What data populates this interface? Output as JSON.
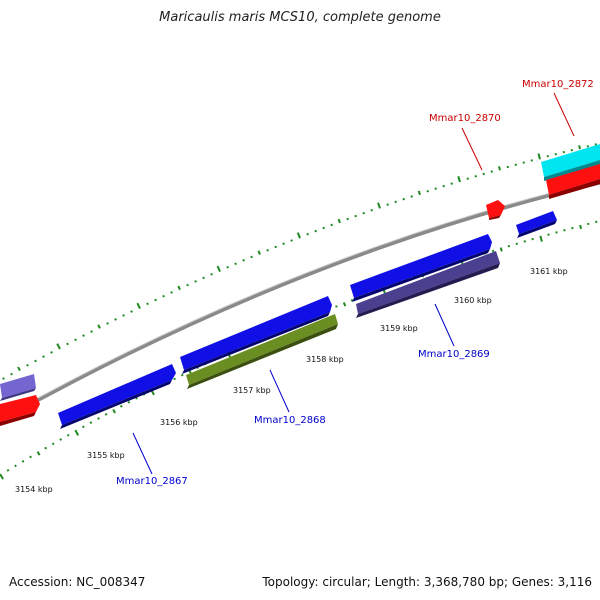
{
  "title": "Maricaulis maris MCS10, complete genome",
  "footer": {
    "accession": "Accession: NC_008347",
    "summary": "Topology: circular; Length: 3,368,780 bp; Genes: 3,116"
  },
  "colors": {
    "backbone": "#8a8a8a",
    "tick": "#1f8a1f",
    "plus_strand": "#ff0000",
    "cyan_gene": "#00e5ef",
    "blue_gene": "#1010e6",
    "olive_gene": "#6b8e23",
    "slate_gene": "#4b3f8f",
    "label_red": "#cc0000",
    "label_blue": "#0000cc"
  },
  "ticks": [
    {
      "label": "3154 kbp"
    },
    {
      "label": "3155 kbp"
    },
    {
      "label": "3156 kbp"
    },
    {
      "label": "3157 kbp"
    },
    {
      "label": "3158 kbp"
    },
    {
      "label": "3159 kbp"
    },
    {
      "label": "3160 kbp"
    },
    {
      "label": "3161 kbp"
    }
  ],
  "gene_labels": [
    {
      "text": "Mmar10_2867"
    },
    {
      "text": "Mmar10_2868"
    },
    {
      "text": "Mmar10_2869"
    },
    {
      "text": "Mmar10_2870"
    },
    {
      "text": "Mmar10_2872"
    }
  ]
}
